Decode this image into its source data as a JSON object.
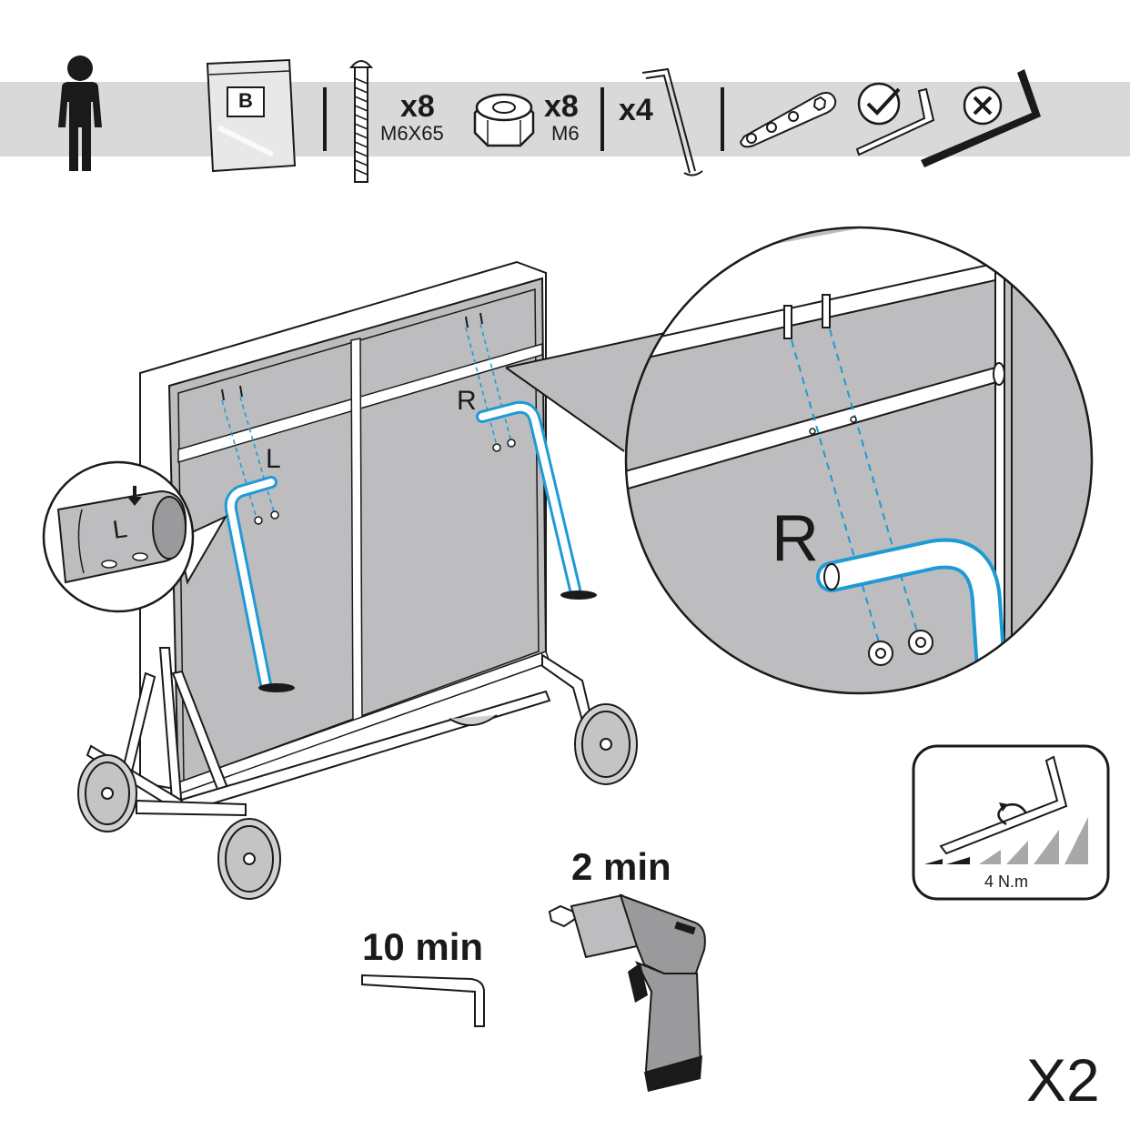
{
  "parts_bar": {
    "bag_letter": "B",
    "bolt": {
      "qty": "x8",
      "spec": "M6X65"
    },
    "nut": {
      "qty": "x8",
      "spec": "M6"
    },
    "pin": {
      "qty": "x4"
    }
  },
  "legs": {
    "left_label": "L",
    "right_label": "R"
  },
  "detail_left_label": "L",
  "detail_right_label": "R",
  "torque": {
    "value": "4 N.m"
  },
  "times": {
    "hex_key": "10 min",
    "drill": "2 min"
  },
  "repeat": "X2",
  "colors": {
    "highlight": "#1e9ad6",
    "panel_gray": "#bdbdbf",
    "band_gray": "#d9d9d9",
    "ink": "#1a1a1a"
  }
}
